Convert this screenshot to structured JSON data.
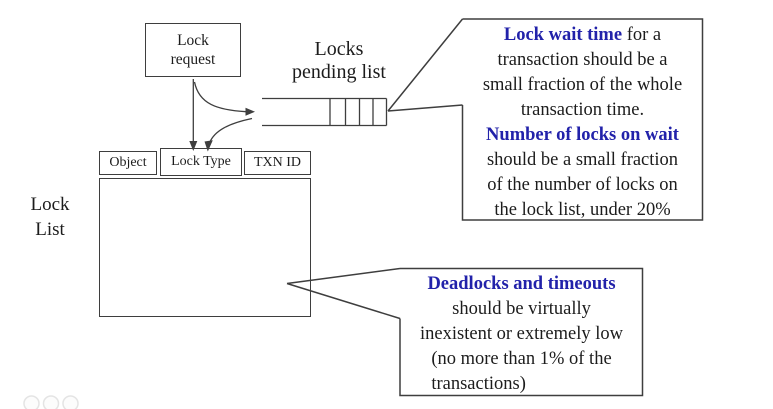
{
  "colors": {
    "emphasis_blue": "#2222aa",
    "line": "#3e3e3e"
  },
  "lock_request_box": {
    "line1": "Lock",
    "line2": "request"
  },
  "pending_list": {
    "line1": "Locks",
    "line2": "pending list",
    "queue_cells": 4
  },
  "lock_list_label": {
    "line1": "Lock",
    "line2": "List"
  },
  "table": {
    "headers": [
      "Object",
      "Lock Type",
      "TXN ID"
    ],
    "rows": []
  },
  "callout_top": {
    "title": "Lock wait time",
    "title_rest": " for a",
    "lines": [
      "transaction should be a",
      "small fraction of the whole",
      "transaction time."
    ],
    "subtitle": "Number of locks on wait",
    "lines2": [
      "should be a small fraction",
      "of the number of locks on",
      "the lock list, under 20%"
    ]
  },
  "callout_bottom": {
    "title": "Deadlocks and timeouts",
    "lines": [
      "should be virtually",
      "inexistent or extremely low"
    ],
    "wrapped_lines": [
      "(no more than 1% of the",
      "transactions)"
    ]
  },
  "decor": {
    "window_dots": 3
  }
}
